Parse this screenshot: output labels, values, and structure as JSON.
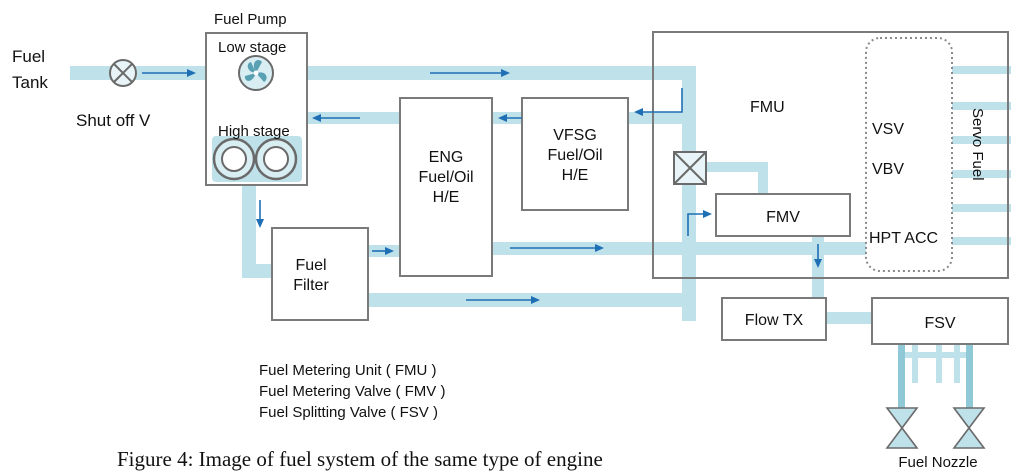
{
  "labels": {
    "fuel_tank": [
      "Fuel",
      "Tank"
    ],
    "shut_off": "Shut off V",
    "fuel_pump": "Fuel Pump",
    "low_stage": "Low stage",
    "high_stage": "High stage",
    "eng_he": [
      "ENG",
      "Fuel/Oil",
      "H/E"
    ],
    "vfsg_he": [
      "VFSG",
      "Fuel/Oil",
      "H/E"
    ],
    "fuel_filter": [
      "Fuel",
      "Filter"
    ],
    "fmu": "FMU",
    "fmv": "FMV",
    "vsv": "VSV",
    "vbv": "VBV",
    "hpt_acc": "HPT ACC",
    "servo_fuel": "Servo Fuel",
    "flow_tx": "Flow TX",
    "fsv": "FSV",
    "fuel_nozzle": "Fuel Nozzle"
  },
  "legend": [
    "Fuel Metering Unit ( FMU )",
    "Fuel Metering Valve ( FMV )",
    "Fuel Splitting Valve ( FSV )"
  ],
  "caption": "Figure 4: Image of fuel system of the same type of engine",
  "colors": {
    "pipe": "#bfe1ea",
    "pipe_dark": "#8fc8d6",
    "arrow": "#1f6fb5",
    "box_stroke": "#7a7a7a"
  }
}
